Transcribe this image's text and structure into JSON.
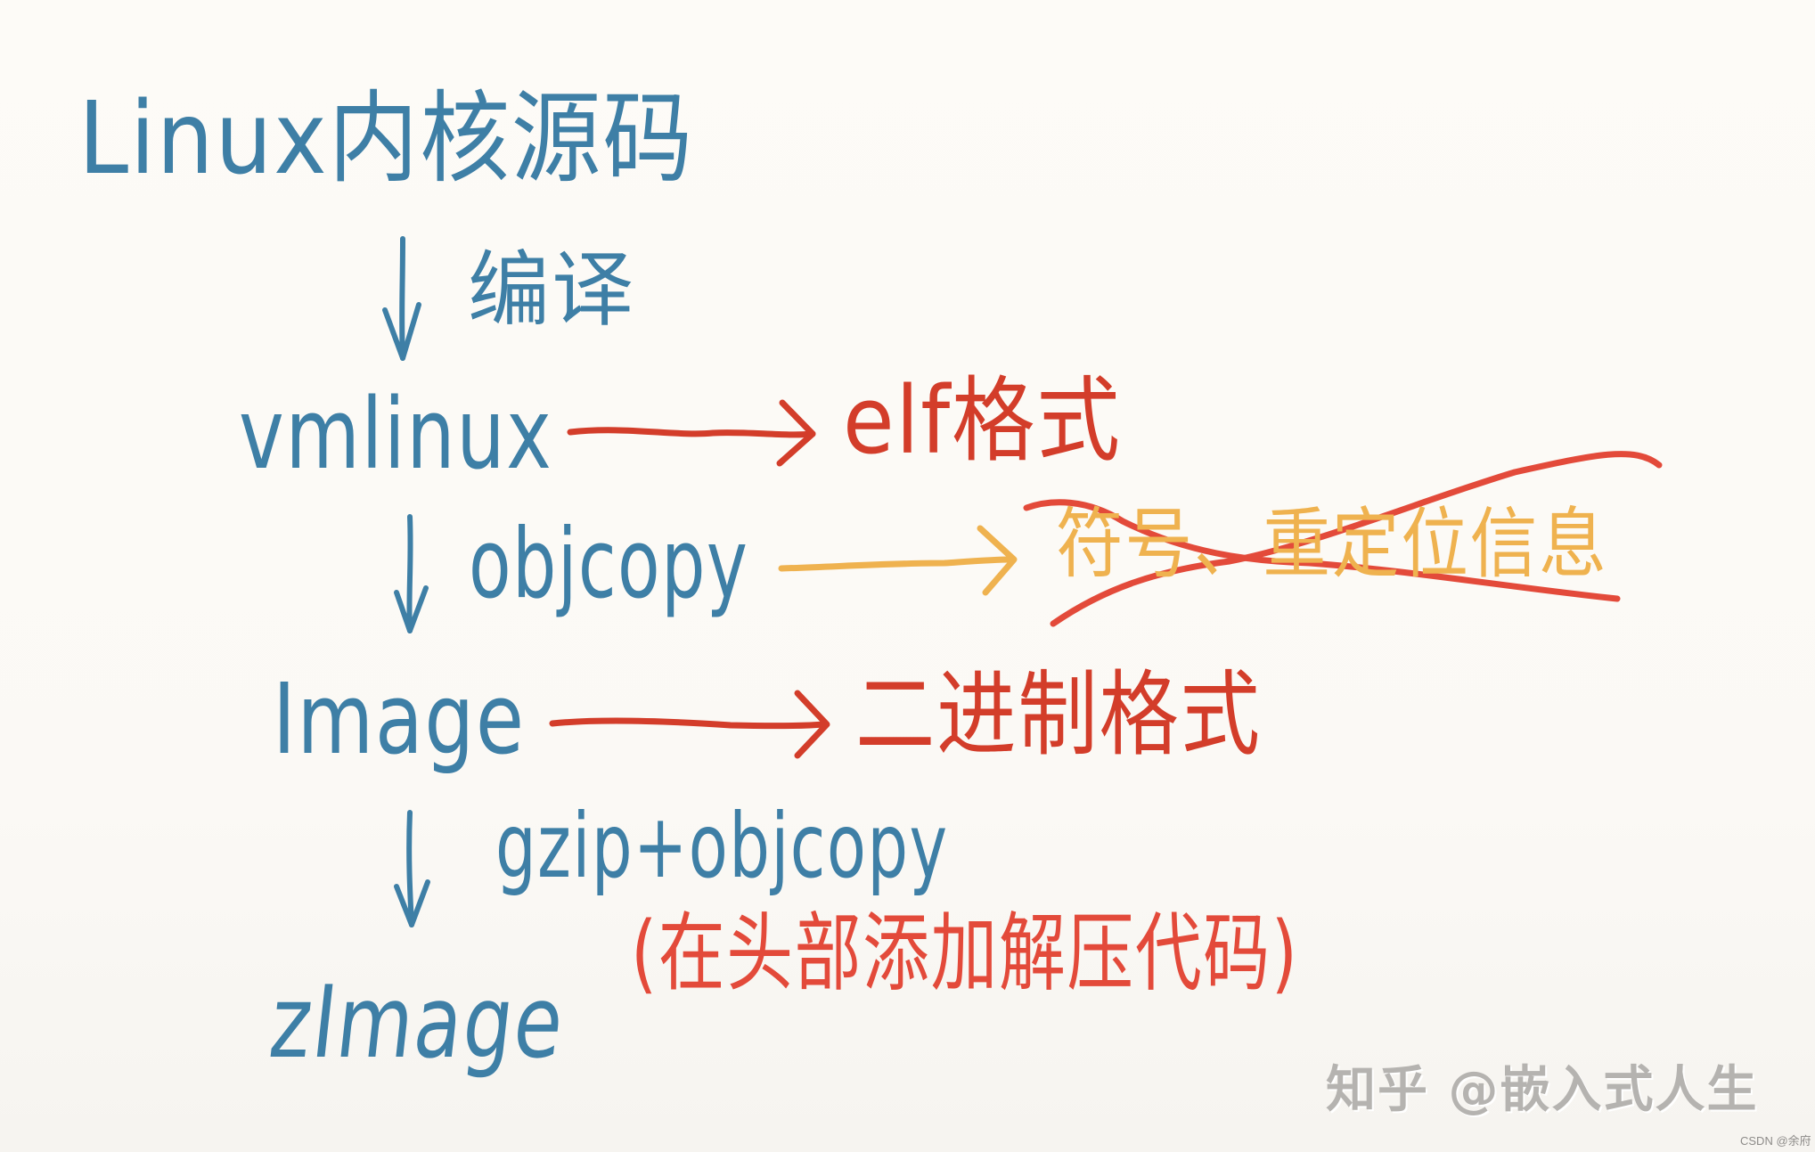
{
  "diagram": {
    "title": "Linux内核源码",
    "nodes": [
      {
        "id": "source",
        "label": "Linux内核源码"
      },
      {
        "id": "vmlinux",
        "label": "vmlinux"
      },
      {
        "id": "image",
        "label": "Image"
      },
      {
        "id": "zimage",
        "label": "zImage"
      }
    ],
    "steps": [
      {
        "from": "source",
        "to": "vmlinux",
        "label": "编译"
      },
      {
        "from": "vmlinux",
        "to": "image",
        "label": "objcopy"
      },
      {
        "from": "image",
        "to": "zimage",
        "label": "gzip+objcopy"
      }
    ],
    "annotations": [
      {
        "target": "vmlinux",
        "text": "elf格式",
        "color": "#d33d2a"
      },
      {
        "target": "objcopy",
        "text": "符号、重定位信息",
        "color": "#efb24f",
        "struck_out": true,
        "strike_color": "#e34a3a"
      },
      {
        "target": "image",
        "text": "二进制格式",
        "color": "#d33d2a"
      },
      {
        "target": "zimage",
        "text": "(在头部添加解压代码)",
        "color": "#e34a3a"
      }
    ],
    "colors": {
      "node_blue": "#3e7fa6",
      "annotation_red": "#d33d2a",
      "annotation_orange": "#efb24f",
      "background": "#fcfaf6"
    }
  },
  "watermark": {
    "main": "知乎 @嵌入式人生",
    "credit": "CSDN @余府"
  }
}
